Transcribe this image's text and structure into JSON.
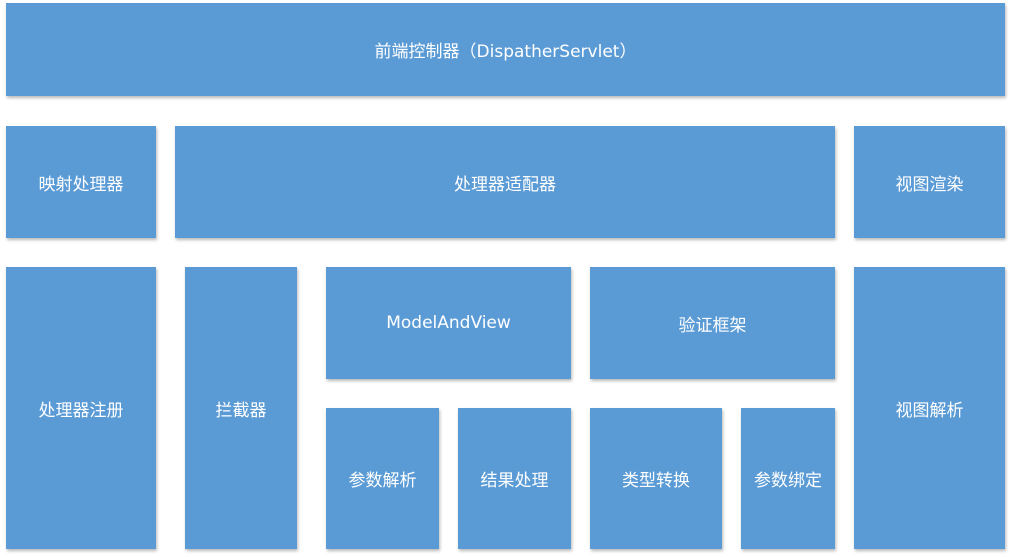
{
  "colors": {
    "box_fill": "#5b9bd5",
    "text": "#ffffff",
    "background": "#ffffff"
  },
  "blocks": {
    "front_controller": "前端控制器（DispatherServlet）",
    "handler_mapping": "映射处理器",
    "handler_adapter": "处理器适配器",
    "view_render": "视图渲染",
    "handler_registry": "处理器注册",
    "interceptor": "拦截器",
    "model_and_view": "ModelAndView",
    "validation_framework": "验证框架",
    "view_resolver": "视图解析",
    "param_resolve": "参数解析",
    "result_handling": "结果处理",
    "type_conversion": "类型转换",
    "param_binding": "参数绑定"
  }
}
